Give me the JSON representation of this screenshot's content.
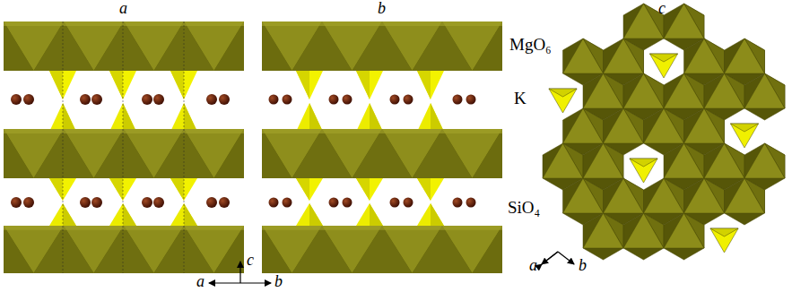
{
  "diagram": {
    "labels": [
      "a",
      "b",
      "c",
      "MgO₆",
      "K",
      "SiO₄",
      "c",
      "a",
      "b",
      "a",
      "b"
    ]
  }
}
